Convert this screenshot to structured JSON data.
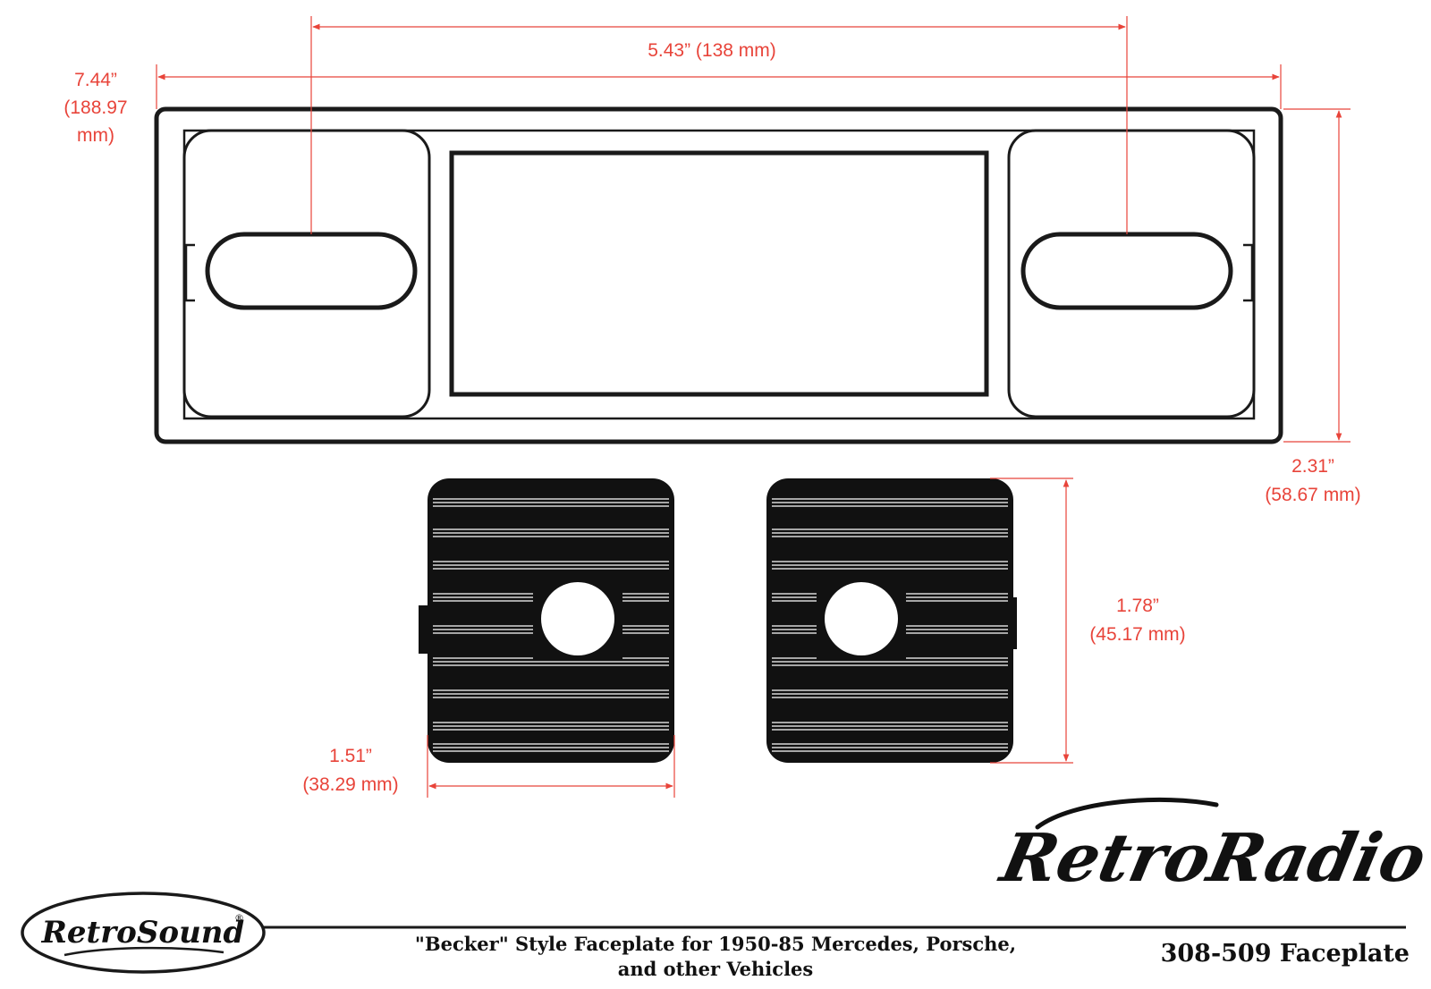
{
  "colors": {
    "dimension": "#e8443a",
    "outline": "#1a1a1a",
    "fill": "#111111",
    "background": "#ffffff"
  },
  "dimensions": {
    "overall_width_in": "7.44”",
    "overall_width_mm_a": "(188.97",
    "overall_width_mm_b": "mm)",
    "shaft_spacing": "5.43” (138 mm)",
    "height_in": "2.31”",
    "height_mm": "(58.67 mm)",
    "knob_width_in": "1.51”",
    "knob_width_mm": "(38.29 mm)",
    "knob_height_in": "1.78”",
    "knob_height_mm": "(45.17 mm)"
  },
  "footer": {
    "description_line1": "\"Becker\" Style Faceplate for 1950-85 Mercedes, Porsche,",
    "description_line2": "and other Vehicles",
    "part_number": "308-509 Faceplate"
  },
  "logos": {
    "retrosound": "RetroSound",
    "retroradio": "RetroRadio",
    "registered": "®"
  }
}
